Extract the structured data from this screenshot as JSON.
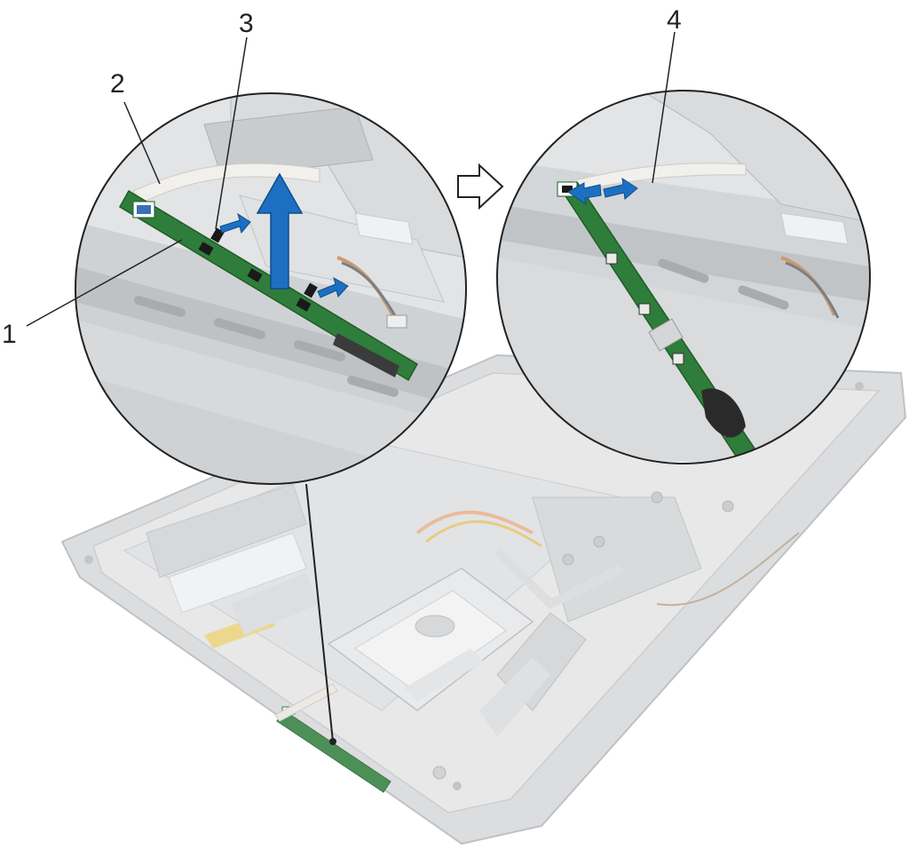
{
  "callouts": {
    "c1": "1",
    "c2": "2",
    "c3": "3",
    "c4": "4"
  },
  "colors": {
    "chassis": "#c9cbcd",
    "chassis_shadow": "#a9acaf",
    "board_green": "#2f7d3a",
    "arrow_blue": "#1d6fc2",
    "cable": "#e9e6e1",
    "leader": "#222222"
  },
  "icons": [
    "arrow-up-icon",
    "arrow-right-icon",
    "arrow-left-icon",
    "hollow-arrow-icon"
  ]
}
